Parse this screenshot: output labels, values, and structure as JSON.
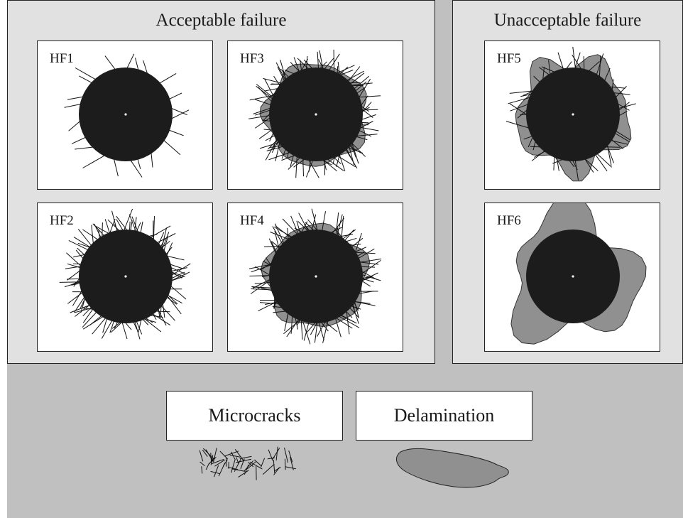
{
  "panels": {
    "acceptable": {
      "title": "Acceptable failure"
    },
    "unacceptable": {
      "title": "Unacceptable failure"
    }
  },
  "cards": [
    {
      "label": "HF1",
      "group": "acceptable",
      "crack_density": "low",
      "delamination": "none"
    },
    {
      "label": "HF2",
      "group": "acceptable",
      "crack_density": "high",
      "delamination": "none"
    },
    {
      "label": "HF3",
      "group": "acceptable",
      "crack_density": "high",
      "delamination": "slight"
    },
    {
      "label": "HF4",
      "group": "acceptable",
      "crack_density": "high",
      "delamination": "slight"
    },
    {
      "label": "HF5",
      "group": "unacceptable",
      "crack_density": "medium",
      "delamination": "moderate"
    },
    {
      "label": "HF6",
      "group": "unacceptable",
      "crack_density": "none",
      "delamination": "extensive"
    }
  ],
  "legend": {
    "microcracks": "Microcracks",
    "delamination": "Delamination"
  },
  "colors": {
    "background": "#c0c0c0",
    "panel": "#e1e1e1",
    "hole": "#1c1c1c",
    "delamination": "#909090",
    "crack": "#111111"
  }
}
